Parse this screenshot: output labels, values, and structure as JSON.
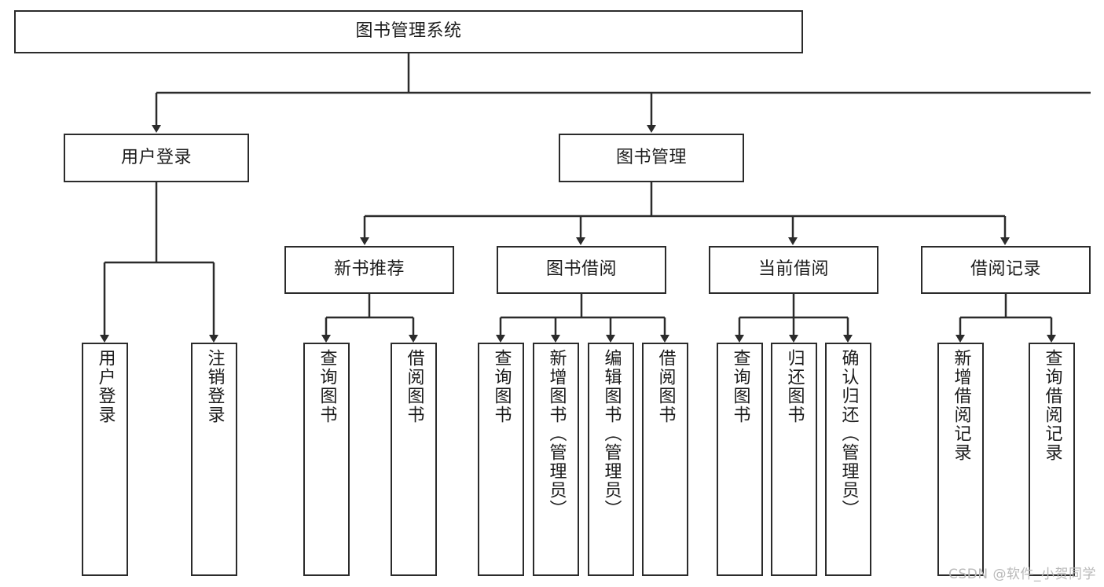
{
  "diagram": {
    "type": "tree",
    "title": "图书管理系统",
    "watermark": "CSDN @软件_小贺同学",
    "colors": {
      "stroke": "#2b2b2b",
      "fill": "#ffffff",
      "text": "#1c1c1c",
      "watermark": "#b9b9b9"
    },
    "nodes": {
      "root": {
        "label": "图书管理系统"
      },
      "l2": [
        {
          "id": "user-login",
          "label": "用户登录"
        },
        {
          "id": "book-manage",
          "label": "图书管理"
        }
      ],
      "l3": [
        {
          "id": "new-book-rec",
          "label": "新书推荐"
        },
        {
          "id": "book-borrow",
          "label": "图书借阅"
        },
        {
          "id": "current-borrow",
          "label": "当前借阅"
        },
        {
          "id": "borrow-record",
          "label": "借阅记录"
        }
      ],
      "leaves": {
        "user-login": [
          {
            "id": "leaf-user-login",
            "label": "用户登录"
          },
          {
            "id": "leaf-logout",
            "label": "注销登录"
          }
        ],
        "new-book-rec": [
          {
            "id": "leaf-query-book-1",
            "label": "查询图书"
          },
          {
            "id": "leaf-borrow-book-1",
            "label": "借阅图书"
          }
        ],
        "book-borrow": [
          {
            "id": "leaf-query-book-2",
            "label": "查询图书"
          },
          {
            "id": "leaf-add-book",
            "label": "新增图书（管理员）"
          },
          {
            "id": "leaf-edit-book",
            "label": "编辑图书（管理员）"
          },
          {
            "id": "leaf-borrow-book-2",
            "label": "借阅图书"
          }
        ],
        "current-borrow": [
          {
            "id": "leaf-query-book-3",
            "label": "查询图书"
          },
          {
            "id": "leaf-return-book",
            "label": "归还图书"
          },
          {
            "id": "leaf-confirm-return",
            "label": "确认归还（管理员）"
          }
        ],
        "borrow-record": [
          {
            "id": "leaf-add-record",
            "label": "新增借阅记录"
          },
          {
            "id": "leaf-query-record",
            "label": "查询借阅记录"
          }
        ]
      }
    }
  }
}
